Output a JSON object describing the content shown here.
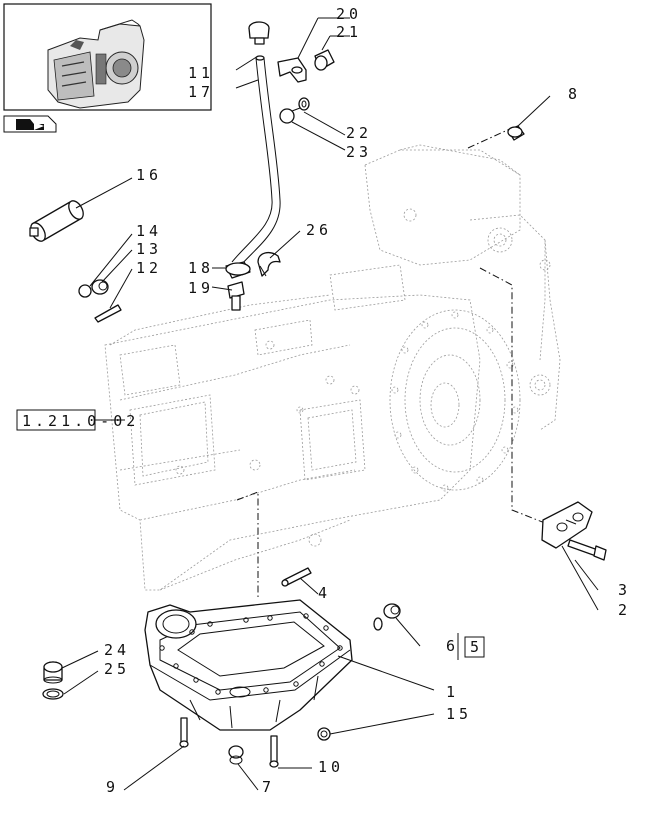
{
  "diagram": {
    "callouts": [
      {
        "id": "c1",
        "label": "1"
      },
      {
        "id": "c2",
        "label": "2"
      },
      {
        "id": "c3",
        "label": "3"
      },
      {
        "id": "c4",
        "label": "4"
      },
      {
        "id": "c6",
        "label": "6"
      },
      {
        "id": "c6ref",
        "label": "5"
      },
      {
        "id": "c7",
        "label": "7"
      },
      {
        "id": "c8",
        "label": "8"
      },
      {
        "id": "c9",
        "label": "9"
      },
      {
        "id": "c10",
        "label": "10"
      },
      {
        "id": "c11",
        "label": "11"
      },
      {
        "id": "c12",
        "label": "12"
      },
      {
        "id": "c13",
        "label": "13"
      },
      {
        "id": "c14",
        "label": "14"
      },
      {
        "id": "c15",
        "label": "15"
      },
      {
        "id": "c16",
        "label": "16"
      },
      {
        "id": "c17",
        "label": "17"
      },
      {
        "id": "c18",
        "label": "18"
      },
      {
        "id": "c19",
        "label": "19"
      },
      {
        "id": "c20",
        "label": "20"
      },
      {
        "id": "c21",
        "label": "21"
      },
      {
        "id": "c22",
        "label": "22"
      },
      {
        "id": "c23",
        "label": "23"
      },
      {
        "id": "c24",
        "label": "24"
      },
      {
        "id": "c25",
        "label": "25"
      },
      {
        "id": "c26",
        "label": "26"
      }
    ],
    "reference_box": "1.21.0-02",
    "thumbnail_icon": "folder-arrow-icon"
  }
}
